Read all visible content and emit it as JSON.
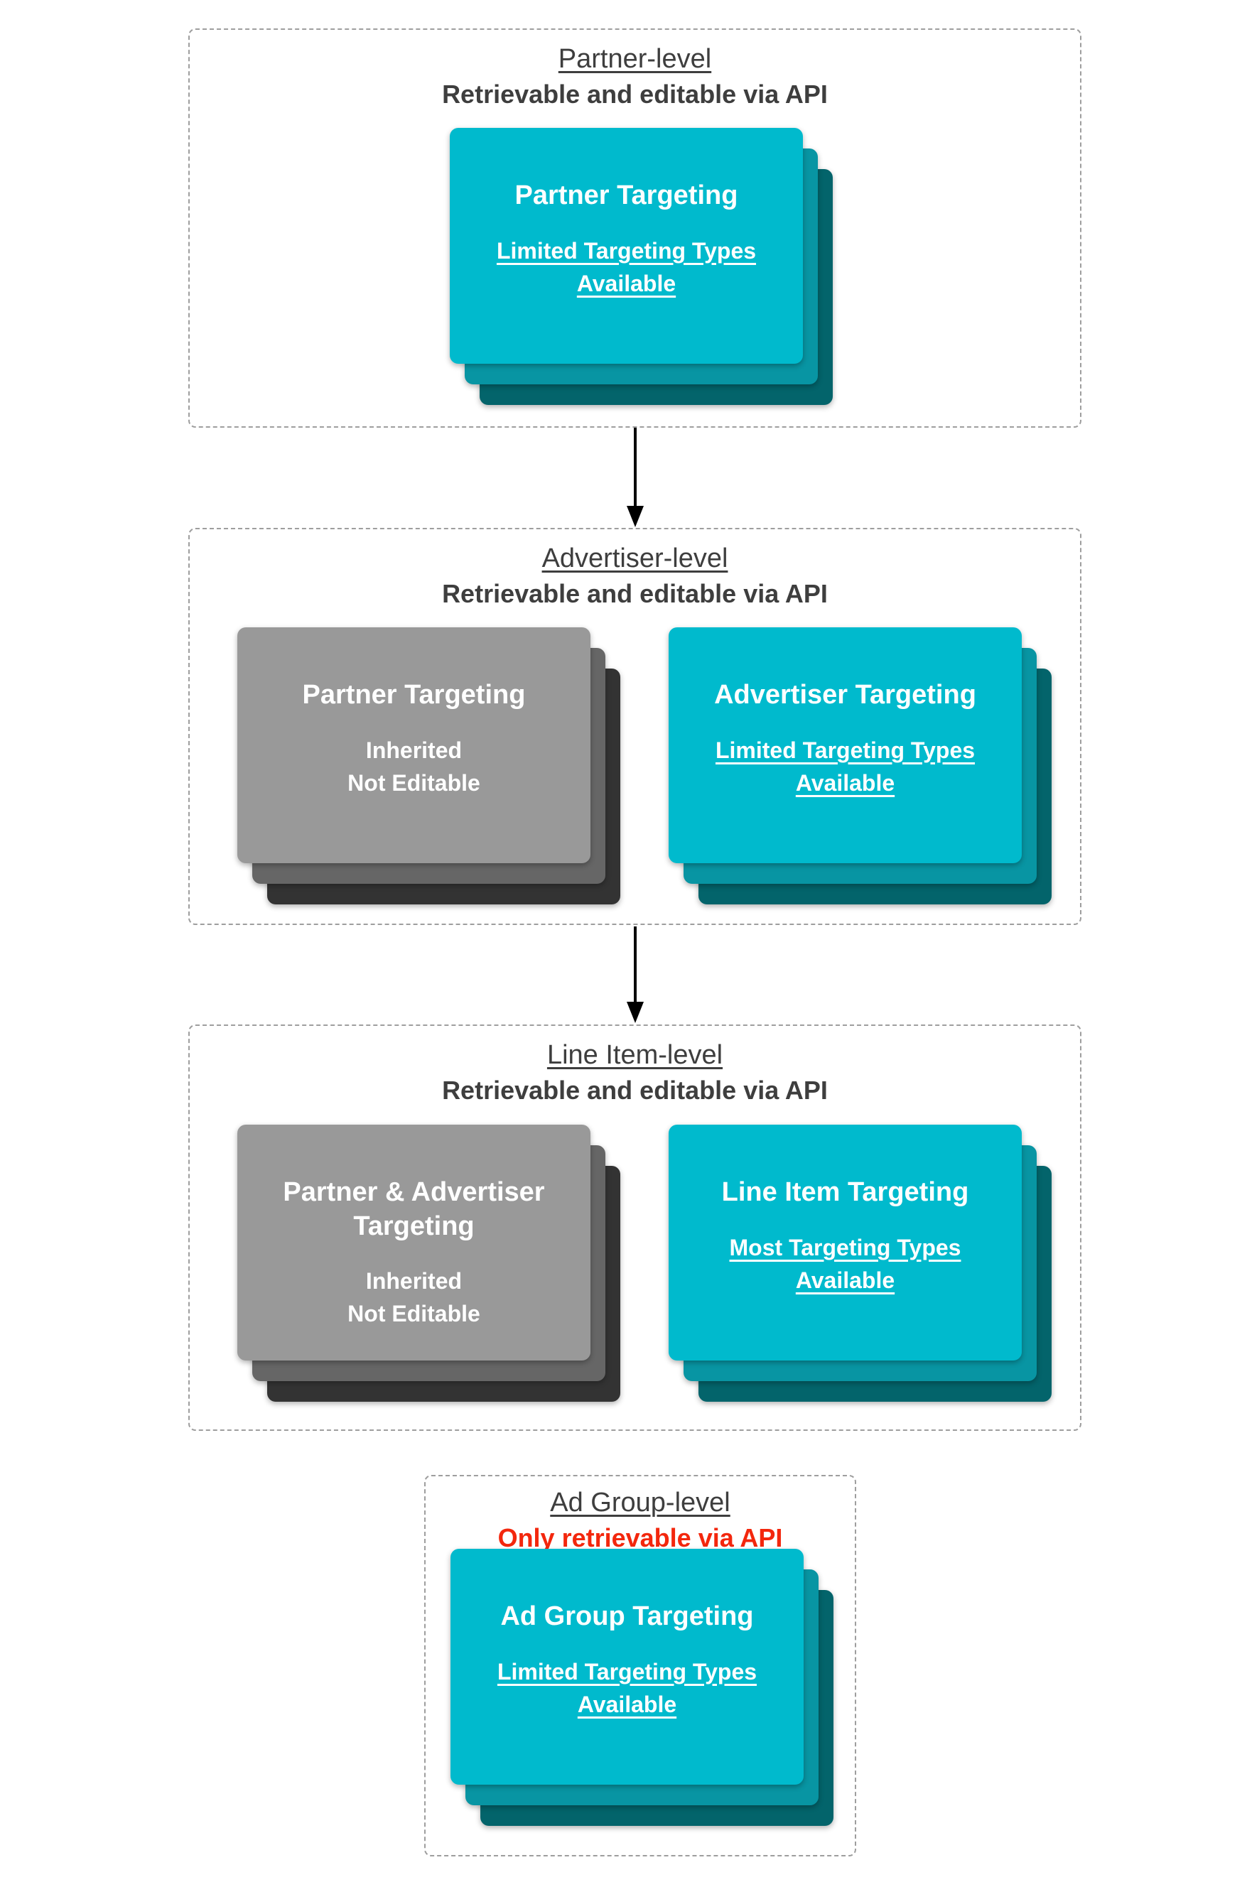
{
  "colors": {
    "teal_front": "#00BACD",
    "teal_mid": "#0895A3",
    "teal_back": "#03646B",
    "gray_front": "#999999",
    "gray_mid": "#666666",
    "gray_back": "#333333",
    "title_text": "#3E3E3E",
    "red_text": "#F3270D",
    "card_text": "#FFFFFF",
    "dashed_border": "#9E9E9E",
    "arrow": "#000000",
    "background": "#FFFFFF"
  },
  "sections": [
    {
      "title": "Partner-level",
      "subtitle": "Retrievable and editable via API",
      "cards": [
        {
          "variant": "teal",
          "title": "Partner Targeting",
          "note": "Limited Targeting Types\nAvailable",
          "note_style": "link"
        }
      ]
    },
    {
      "title": "Advertiser-level",
      "subtitle": "Retrievable and editable via API",
      "cards": [
        {
          "variant": "gray",
          "title": "Partner Targeting",
          "note": "Inherited\nNot Editable",
          "note_style": "plain"
        },
        {
          "variant": "teal",
          "title": "Advertiser Targeting",
          "note": "Limited Targeting Types\nAvailable",
          "note_style": "link"
        }
      ]
    },
    {
      "title": "Line Item-level",
      "subtitle": "Retrievable and editable via API",
      "cards": [
        {
          "variant": "gray",
          "title": "Partner & Advertiser\nTargeting",
          "note": "Inherited\nNot Editable",
          "note_style": "plain"
        },
        {
          "variant": "teal",
          "title": "Line Item Targeting",
          "note": "Most Targeting Types\nAvailable",
          "note_style": "link"
        }
      ]
    },
    {
      "title": "Ad Group-level",
      "subtitle": "Only retrievable via API",
      "subtitle_emphasis": "red",
      "cards": [
        {
          "variant": "teal",
          "title": "Ad Group Targeting",
          "note": "Limited Targeting Types\nAvailable",
          "note_style": "link"
        }
      ]
    }
  ],
  "arrows": [
    {
      "name": "arrow-partner-to-advertiser",
      "direction": "down"
    },
    {
      "name": "arrow-advertiser-to-lineitem",
      "direction": "down"
    }
  ]
}
